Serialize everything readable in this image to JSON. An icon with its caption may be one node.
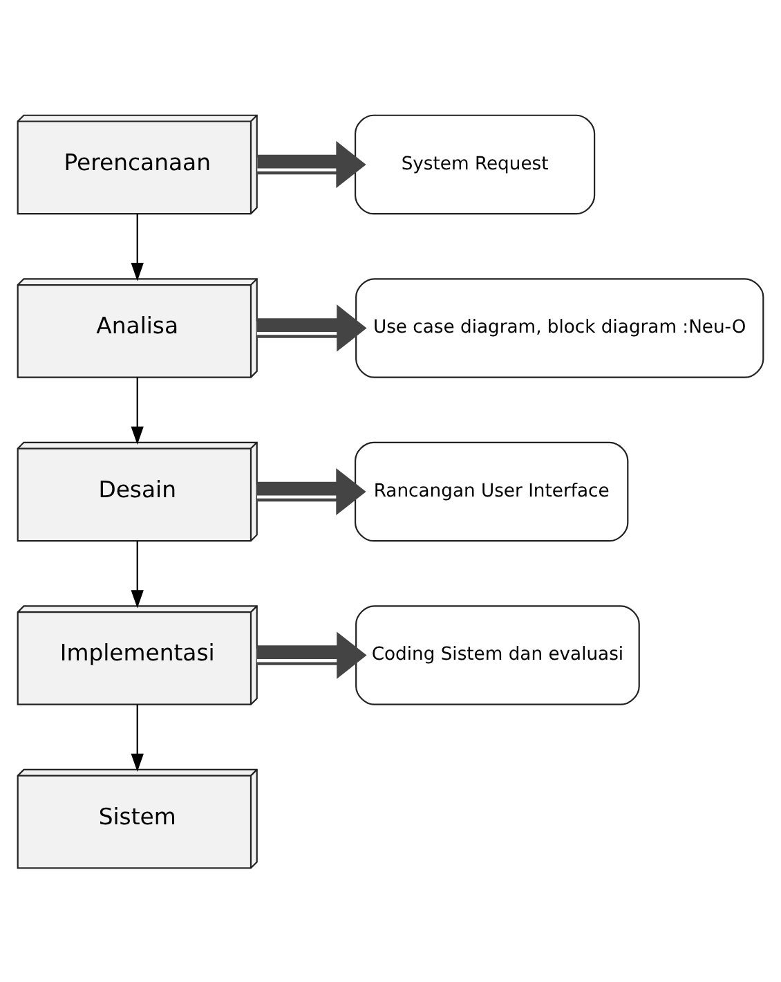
{
  "diagram": {
    "nodes": [
      {
        "text": [
          "Perencanaan"
        ]
      },
      {
        "text": [
          "System Request"
        ]
      },
      {
        "text": [
          "Analisa"
        ]
      },
      {
        "text": [
          "Use case diagram, block diagram :Neu-O"
        ]
      },
      {
        "text": [
          "Desain"
        ]
      },
      {
        "text": [
          "Rancangan User Interface"
        ]
      },
      {
        "text": [
          "Implementasi"
        ]
      },
      {
        "text": [
          "Coding Sistem dan evaluasi"
        ]
      },
      {
        "text": [
          "Sistem"
        ]
      }
    ],
    "edges": [
      {
        "from": 0,
        "to": 2,
        "arrow": "to"
      },
      {
        "from": 2,
        "to": 4,
        "arrow": "to"
      },
      {
        "from": 4,
        "to": 6,
        "arrow": "to"
      },
      {
        "from": 6,
        "to": 8,
        "arrow": "to"
      },
      {
        "from": 0,
        "to": 1,
        "arrow": "to",
        "style": "thick"
      },
      {
        "from": 2,
        "to": 3,
        "arrow": "to",
        "style": "thick"
      },
      {
        "from": 4,
        "to": 5,
        "arrow": "to",
        "style": "thick"
      },
      {
        "from": 6,
        "to": 7,
        "arrow": "to",
        "style": "thick"
      }
    ]
  }
}
